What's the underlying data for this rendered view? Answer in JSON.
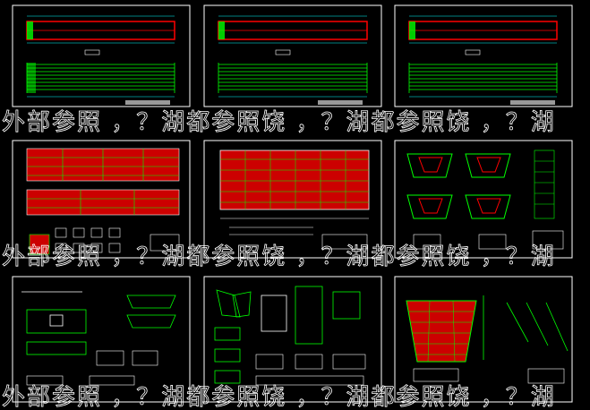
{
  "drawing": {
    "background_color": "#000000",
    "frame_color": "#ffffff",
    "colors": {
      "rebar": "#00ff00",
      "concrete": "#ff0000",
      "dimension": "#00ffff",
      "annotation": "#ffff00",
      "frame": "#ffffff"
    },
    "sheets": [
      {
        "id": "sheet-1",
        "content": "girder-elevation"
      },
      {
        "id": "sheet-2",
        "content": "girder-elevation"
      },
      {
        "id": "sheet-3",
        "content": "girder-elevation"
      },
      {
        "id": "sheet-4",
        "content": "girder-reinforcement"
      },
      {
        "id": "sheet-5",
        "content": "deck-reinforcement-plan"
      },
      {
        "id": "sheet-6",
        "content": "box-sections"
      },
      {
        "id": "sheet-7",
        "content": "details"
      },
      {
        "id": "sheet-8",
        "content": "details"
      },
      {
        "id": "sheet-9",
        "content": "trapezoid-section"
      }
    ],
    "watermark": {
      "text": "外部参照 ，？湖都参照饶 ，？湖都参照饶 ，？湖",
      "rows": 3
    }
  }
}
